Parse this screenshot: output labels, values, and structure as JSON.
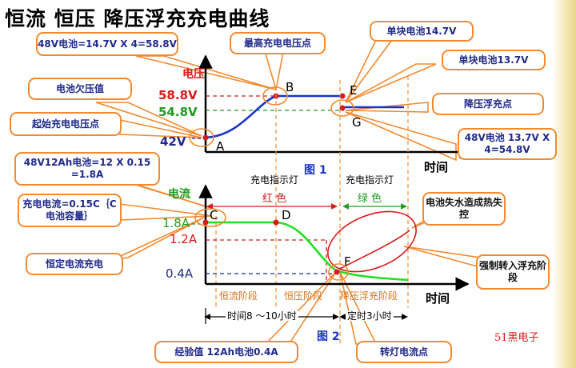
{
  "title": "恒流 恒压 降压浮充充电曲线",
  "callouts": {
    "battery_calc": "48V电池=14.7V X 4=58.8V",
    "max_voltage": "最高充电电压点",
    "cell_147": "单块电池14.7V",
    "cell_137": "单块电池13.7V",
    "undervoltage": "电池欠压值",
    "float_point": "降压浮充点",
    "start_point": "起始充电电压点",
    "float_calc": "48V电池 13.7V X 4=54.8V",
    "current_calc": "48V12Ah电池=12 X 0.15 =1.8A",
    "current_def": "充电电流=0.15C｛C电池容量｝",
    "cc_charge": "恒定电流充电",
    "water_loss": "电池失水造成热失控",
    "force_float": "强制转入浮充阶段",
    "empirical": "经验值 12Ah电池0.4A",
    "switch_point": "转灯电流点"
  },
  "chart1": {
    "ylabel": "电压",
    "xlabel": "时间",
    "figure_label": "图 1",
    "ticks": [
      "58.8V",
      "54.8V",
      "42V"
    ],
    "points": {
      "A": "A",
      "B": "B",
      "E": "E",
      "G": "G"
    }
  },
  "chart2": {
    "ylabel": "电流",
    "xlabel": "时间",
    "figure_label": "图 2",
    "ticks": [
      "1.8A",
      "1.2A",
      "0.4A"
    ],
    "points": {
      "C": "C",
      "D": "D",
      "F": "F"
    },
    "indicator_left": "充电指示灯",
    "indicator_right": "充电指示灯",
    "light_red": "红 色",
    "light_green": "绿 色",
    "phases": [
      "恒流阶段",
      "恒压阶段",
      "降压浮充阶段"
    ],
    "duration_main": "时间8 〜10小时",
    "duration_float": "定时3小时"
  },
  "watermark": "51黑电子",
  "colors": {
    "red": "#d81a1a",
    "green": "#1f9b1f",
    "blue": "#1f2a8a",
    "orange": "#f28a30",
    "purple": "#7a2a7a"
  }
}
